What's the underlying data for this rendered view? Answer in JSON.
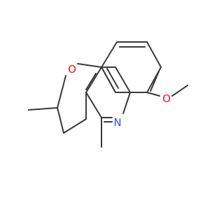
{
  "molecule": {
    "atoms": {
      "oxygen_ring": {
        "symbol": "O",
        "color": "#ff0d0d"
      },
      "oxygen_methoxy": {
        "symbol": "O",
        "color": "#ff0d0d"
      },
      "nitrogen": {
        "symbol": "N",
        "color": "#3050f8"
      }
    },
    "bond_color": "#3a3a3a",
    "background": "#ffffff"
  }
}
